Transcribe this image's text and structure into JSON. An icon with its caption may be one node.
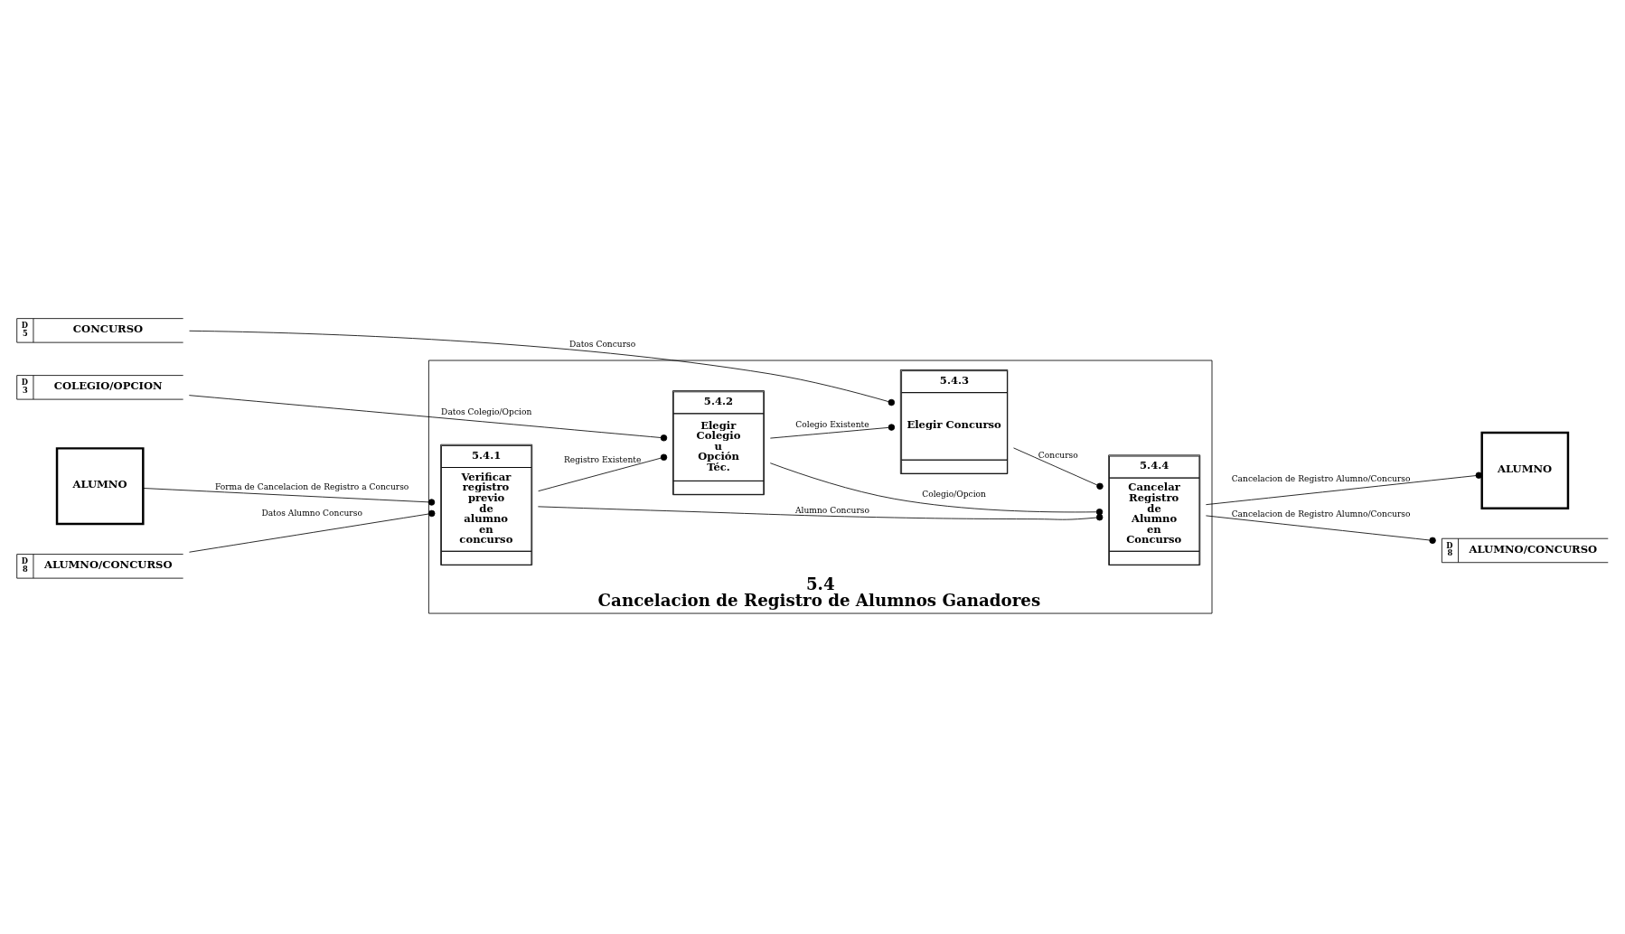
{
  "diagram": {
    "nodes": [
      {
        "text": [
          "5.4",
          "Cancelacion de Registro de Alumnos Ganadores"
        ]
      },
      {
        "text": [
          "ALUMNO"
        ]
      },
      {
        "text": [
          "D 8",
          "ALUMNO/CONCURSO"
        ]
      },
      {
        "text": [
          "D 3",
          "COLEGIO/OPCION"
        ]
      },
      {
        "text": [
          "D 5",
          "CONCURSO"
        ]
      },
      {
        "text": [
          "5.4.1",
          "Verificar registro previo de alumno en concurso"
        ],
        "in": 0
      },
      {
        "text": [
          "5.4.2",
          "Elegir Colegio u Opción Téc."
        ],
        "in": 0
      },
      {
        "text": [
          "5.4.3",
          "Elegir Concurso"
        ],
        "in": 0
      },
      {
        "text": [
          "5.4.4",
          "Cancelar Registro de Alumno en Concurso"
        ],
        "in": 0
      },
      {
        "text": [
          "ALUMNO"
        ]
      },
      {
        "text": [
          "D 8",
          "ALUMNO/CONCURSO"
        ]
      }
    ],
    "edges": [
      {
        "from": 1,
        "to": 5,
        "arrow": "other",
        "label": "Forma de Cancelacion de Registro a Concurso"
      },
      {
        "from": 2,
        "to": 5,
        "arrow": "other",
        "label": "Datos Alumno Concurso"
      },
      {
        "from": 5,
        "to": 8,
        "arrow": "other",
        "label": "Alumno Concurso"
      },
      {
        "from": 5,
        "to": 6,
        "arrow": "other",
        "label": "Registro Existente"
      },
      {
        "from": 3,
        "to": 6,
        "arrow": "other",
        "label": "Datos Colegio/Opcion"
      },
      {
        "from": 6,
        "to": 8,
        "arrow": "other",
        "label": "Colegio/Opcion"
      },
      {
        "from": 6,
        "to": 7,
        "arrow": "other",
        "label": "Colegio Existente"
      },
      {
        "from": 4,
        "to": 7,
        "arrow": "other",
        "label": "Datos Concurso"
      },
      {
        "from": 7,
        "to": 8,
        "arrow": "other",
        "label": "Concurso"
      },
      {
        "from": 8,
        "to": 9,
        "arrow": "other",
        "label": "Cancelacion de Registro Alumno/Concurso"
      },
      {
        "from": 8,
        "to": 10,
        "arrow": "other",
        "label": "Cancelacion de Registro Alumno/Concurso"
      }
    ]
  }
}
